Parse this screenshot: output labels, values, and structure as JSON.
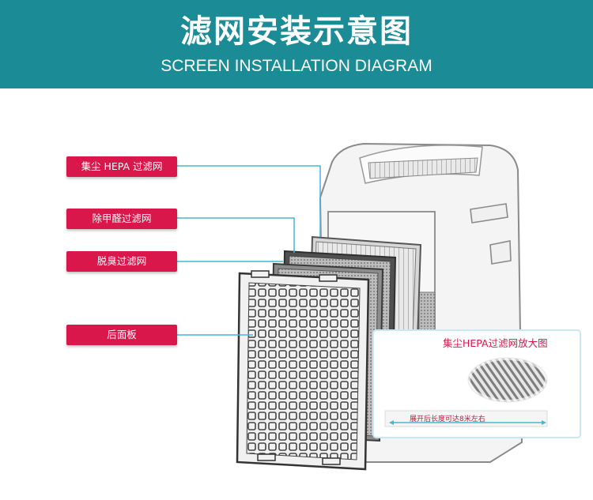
{
  "header": {
    "title": "滤网安装示意图",
    "subtitle": "SCREEN INSTALLATION DIAGRAM",
    "background": "#1b8c96"
  },
  "labels": [
    {
      "text": "集尘 HEPA 过滤网"
    },
    {
      "text": "除甲醛过滤网"
    },
    {
      "text": "脱臭过滤网"
    },
    {
      "text": "后面板"
    }
  ],
  "zoom_box": {
    "title": "集尘HEPA过滤网放大图",
    "measure_note": "展开后长度可达8米左右"
  },
  "colors": {
    "accent": "#d9174b",
    "leader_line": "#45b8d6",
    "header_bg": "#1b8c96"
  }
}
